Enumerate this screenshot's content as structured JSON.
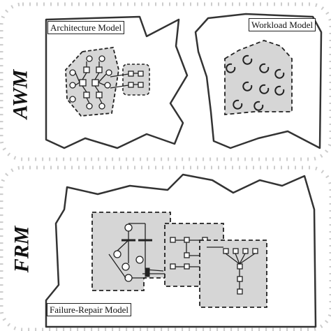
{
  "sections": {
    "top": "AWM",
    "bottom": "FRM"
  },
  "models": {
    "architecture": "Architecture Model",
    "workload": "Workload Model",
    "failure_repair": "Failure-Repair Model"
  },
  "colors": {
    "ink": "#1a1a1a",
    "shade": "#d4d4d4",
    "band": "#eeeeee",
    "background": "#ffffff"
  }
}
